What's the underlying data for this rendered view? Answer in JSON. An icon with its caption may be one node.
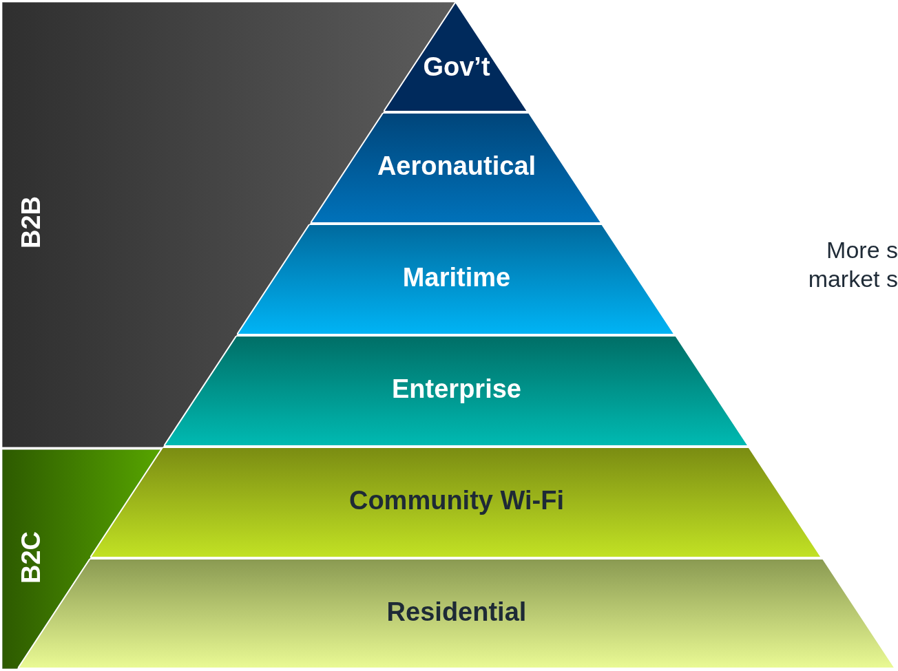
{
  "diagram": {
    "nodes": [
      {
        "text": [
          "B2B"
        ]
      },
      {
        "text": [
          "B2C"
        ]
      },
      {
        "text": [
          "Gov’t"
        ]
      },
      {
        "text": [
          "Aeronautical"
        ]
      },
      {
        "text": [
          "Maritime"
        ]
      },
      {
        "text": [
          "Enterprise"
        ]
      },
      {
        "text": [
          "Community Wi-Fi"
        ]
      },
      {
        "text": [
          "Residential"
        ]
      }
    ],
    "labels": [
      "More s market s"
    ]
  }
}
